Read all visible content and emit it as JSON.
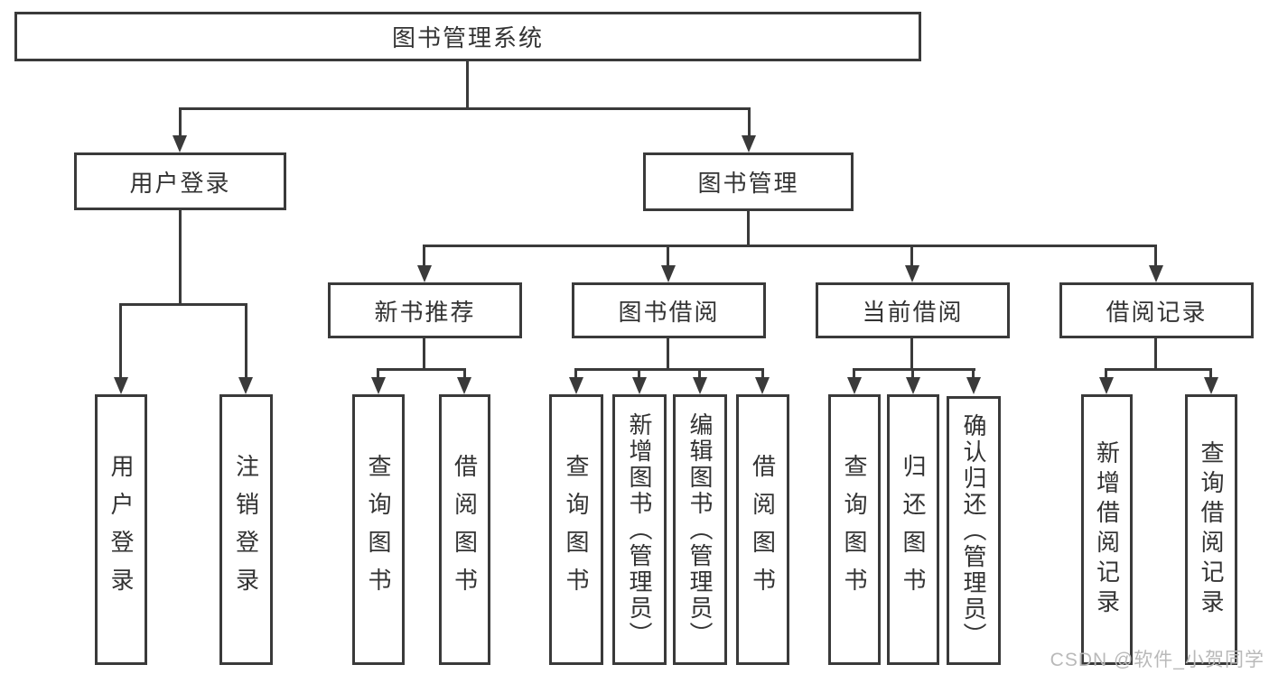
{
  "tree": {
    "root": "图书管理系统",
    "login": {
      "label": "用户登录",
      "children": [
        "用户登录",
        "注销登录"
      ]
    },
    "management": {
      "label": "图书管理",
      "sections": [
        {
          "label": "新书推荐",
          "children": [
            "查询图书",
            "借阅图书"
          ]
        },
        {
          "label": "图书借阅",
          "children": [
            "查询图书",
            "新增图书（管理员）",
            "编辑图书（管理员）",
            "借阅图书"
          ]
        },
        {
          "label": "当前借阅",
          "children": [
            "查询图书",
            "归还图书",
            "确认归还（管理员）"
          ]
        },
        {
          "label": "借阅记录",
          "children": [
            "新增借阅记录",
            "查询借阅记录"
          ]
        }
      ]
    }
  },
  "watermark": "CSDN @软件_小贺同学",
  "colors": {
    "line": "#3a3a3a",
    "text": "#333333",
    "watermark": "#b9b9b9",
    "bg": "#ffffff"
  }
}
